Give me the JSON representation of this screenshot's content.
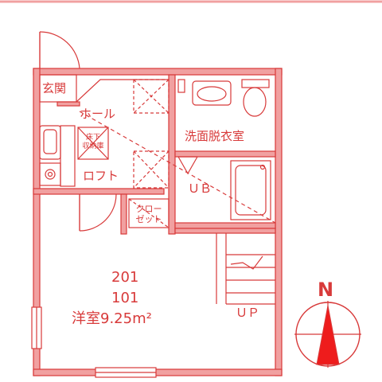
{
  "rooms": {
    "genkan": "玄関",
    "hall": "ホール",
    "underfloor_line1": "床下",
    "underfloor_line2": "収納庫",
    "loft": "ロフト",
    "washroom": "洗面脱衣室",
    "unit_bath": "ＵＢ",
    "closet_line1": "クロー",
    "closet_line2": "ゼット",
    "room_no_upper": "201",
    "room_no_lower": "101",
    "western_room": "洋室9.25m²",
    "stairs_up": "ＵＰ"
  },
  "compass": {
    "north": "N"
  },
  "colors": {
    "wall_fill": "#f1a0a0",
    "line": "#d83a3a",
    "accent": "#ee1c1c",
    "background": "#ffffff"
  }
}
